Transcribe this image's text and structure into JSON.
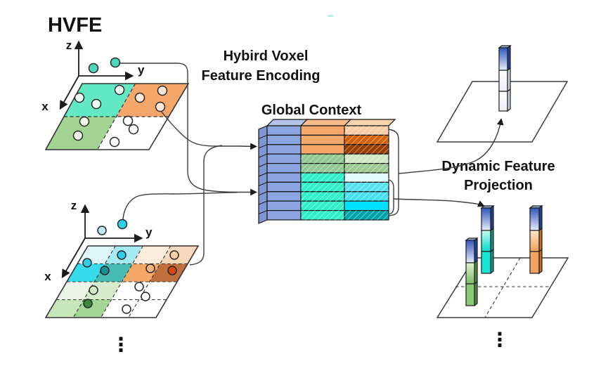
{
  "title": "HVFE",
  "labels": {
    "hybrid_line1": "Hybird Voxel",
    "hybrid_line2": "Feature Encoding",
    "global_context": "Global Context",
    "projection_line1": "Dynamic Feature",
    "projection_line2": "Projection",
    "axis_z": "z",
    "axis_y": "y",
    "axis_x": "x",
    "ellipsis": "⋮"
  },
  "colors": {
    "line": "#3c3c3c",
    "stack_col1": "#8ba5e0",
    "stack_side": "#7e97d3",
    "stack_top_col1": "#b3c3ea",
    "stack_top_col2": "#f7ba8c",
    "stack_top_col3": "#fad4ae",
    "plane1_teal": "#63e8c5",
    "plane1_orange": "#f5a66b",
    "plane1_green": "#a3d493",
    "plane1_white": "#ffffff",
    "bar_blue_light": "#e7edfb",
    "bar_blue_dark": "#3256ba",
    "bar_blue_side": "#1e4098",
    "bar_cap_blue": "#9fb4e6",
    "bar_green_light": "#e2f2d2",
    "bar_green_dark": "#7cbb66",
    "bar_green_solid": "#8cc878",
    "bar_green_side": "#4e8a3e",
    "bar_cyan_light": "#c9faf3",
    "bar_cyan_dark": "#00dcc8",
    "bar_cyan_solid": "#17e8d4",
    "bar_cyan_side": "#0a9a90",
    "bar_orange_light": "#fde7c6",
    "bar_orange_dark": "#f19c59",
    "bar_orange_solid": "#f2a263",
    "bar_orange_side": "#c2701f",
    "bar_white": "#fdfdfd",
    "bar_white_side": "#ccd3e2",
    "dot_teal": "#4bd8bb",
    "dot_cyan_pale": "#b9ecf2",
    "dot_cyan": "#2ecfe8",
    "dot_teal_dark": "#1a9096",
    "dot_peach": "#f6b684",
    "dot_peach_light": "#f9cfa4",
    "dot_red_orange": "#d14a0a",
    "dot_green_pale": "#d4ecc6",
    "dot_green_dark": "#3a8a3a",
    "dot_white": "#ffffff",
    "dot_on_teal": "#eefaf5",
    "dot_on_orange": "#fbe9d9",
    "dot_on_green": "#f0f8ec",
    "accent_dash": "#b5f1ef"
  },
  "stack": {
    "rows": 10,
    "col2_rows": [
      "#f5a869",
      "#f5a869",
      "#f5a869",
      "#92c892",
      "#92c892",
      "#2ef0c8",
      "#2ef0c8",
      "#2ef0c8",
      "#2ef0c8",
      "#2ef0c8"
    ],
    "col3_rows": [
      "#f9cda6",
      "#d45f0b",
      "#993b00",
      "#cfe8c4",
      "#9ccb92",
      "#e2fbfb",
      "#55e2ef",
      "#42dff0",
      "#00e1ff",
      "#00a4ac"
    ]
  },
  "plane2": {
    "cells": [
      "#dff6f8",
      "#a5e9f2",
      "#fcecdc",
      "#f8d8ba",
      "#35dbeb",
      "#46bcb4",
      "#f5a869",
      "#c0703c",
      "#eaf5e6",
      "#d7eccd",
      "#ffffff",
      "#ffffff",
      "#c7e6ba",
      "#a2d694",
      "#ffffff",
      "#ffffff"
    ]
  }
}
